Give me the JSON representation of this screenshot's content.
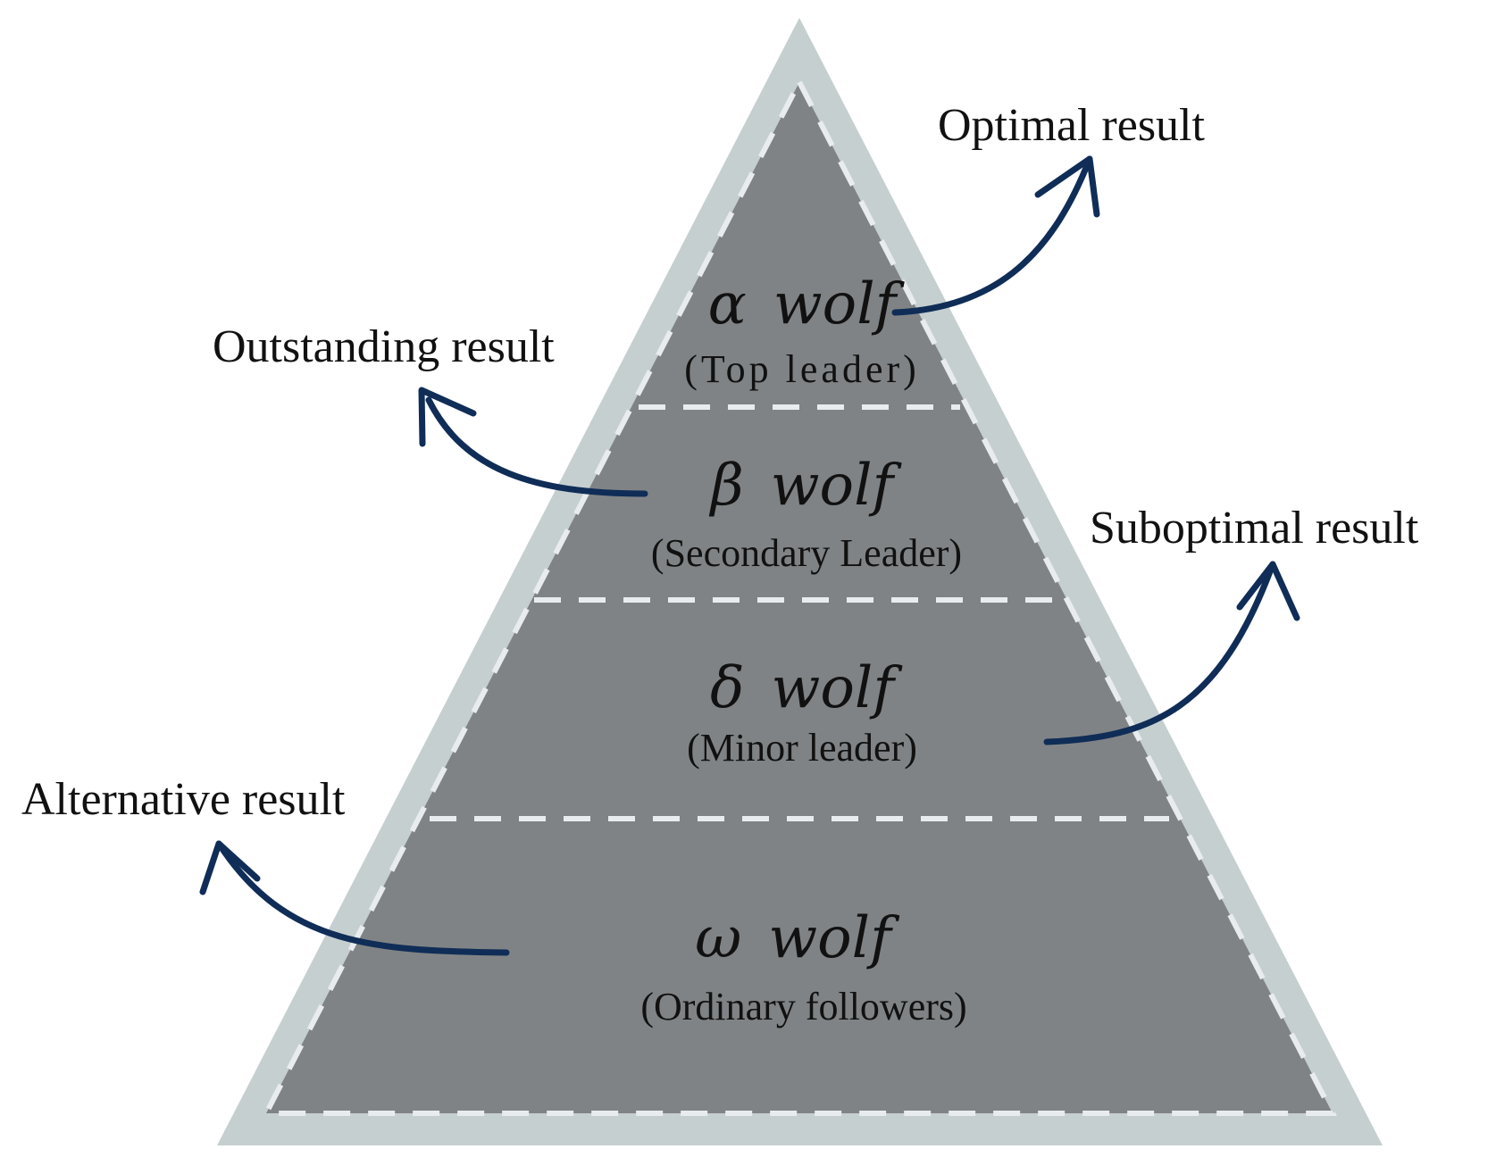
{
  "colors": {
    "outer_border": "#c6cfd0",
    "tier_fill": "#808385",
    "dash_line": "#e9ecee",
    "arrow": "#0f2d57",
    "text": "#111111"
  },
  "tiers": [
    {
      "symbol": "α",
      "name": "wolf",
      "role": "(Top leader)"
    },
    {
      "symbol": "β",
      "name": "wolf",
      "role": "(Secondary Leader)"
    },
    {
      "symbol": "δ",
      "name": "wolf",
      "role": "(Minor leader)"
    },
    {
      "symbol": "ω",
      "name": "wolf",
      "role": "(Ordinary followers)"
    }
  ],
  "results": [
    {
      "label": "Optimal result"
    },
    {
      "label": "Outstanding result"
    },
    {
      "label": "Suboptimal result"
    },
    {
      "label": "Alternative result"
    }
  ]
}
